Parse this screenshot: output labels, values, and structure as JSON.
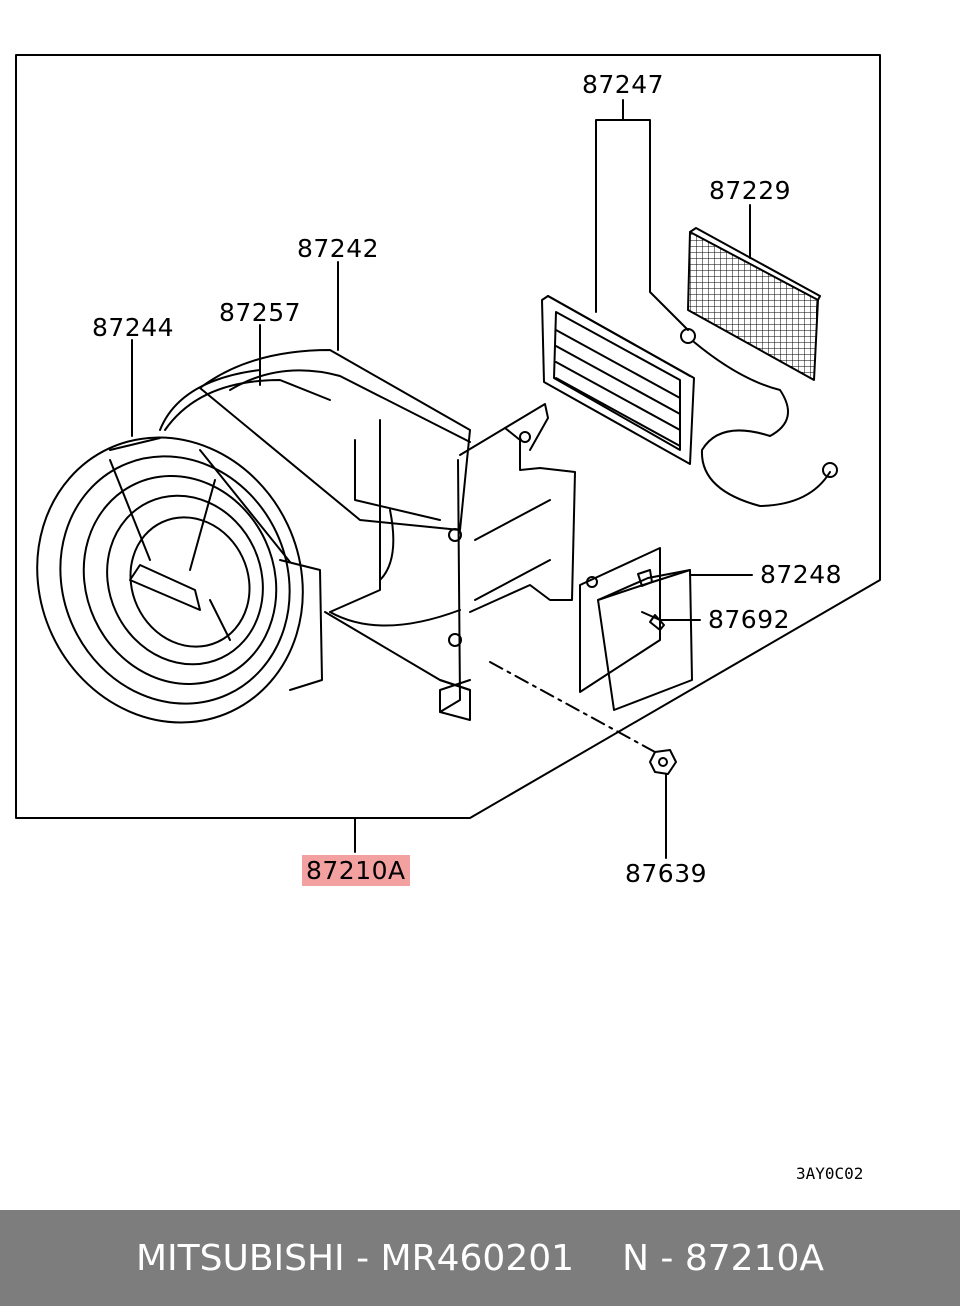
{
  "callouts": {
    "p87247": "87247",
    "p87229": "87229",
    "p87242": "87242",
    "p87257": "87257",
    "p87244": "87244",
    "p87248": "87248",
    "p87692": "87692",
    "p87639": "87639",
    "p87210A": "87210A"
  },
  "diagram_code": "3AY0C02",
  "footer": {
    "left": "MITSUBISHI - MR460201",
    "right": "N - 87210A"
  },
  "colors": {
    "highlight": "#f3a0a0",
    "footer_bg": "#7d7d7d",
    "footer_text": "#ffffff"
  }
}
